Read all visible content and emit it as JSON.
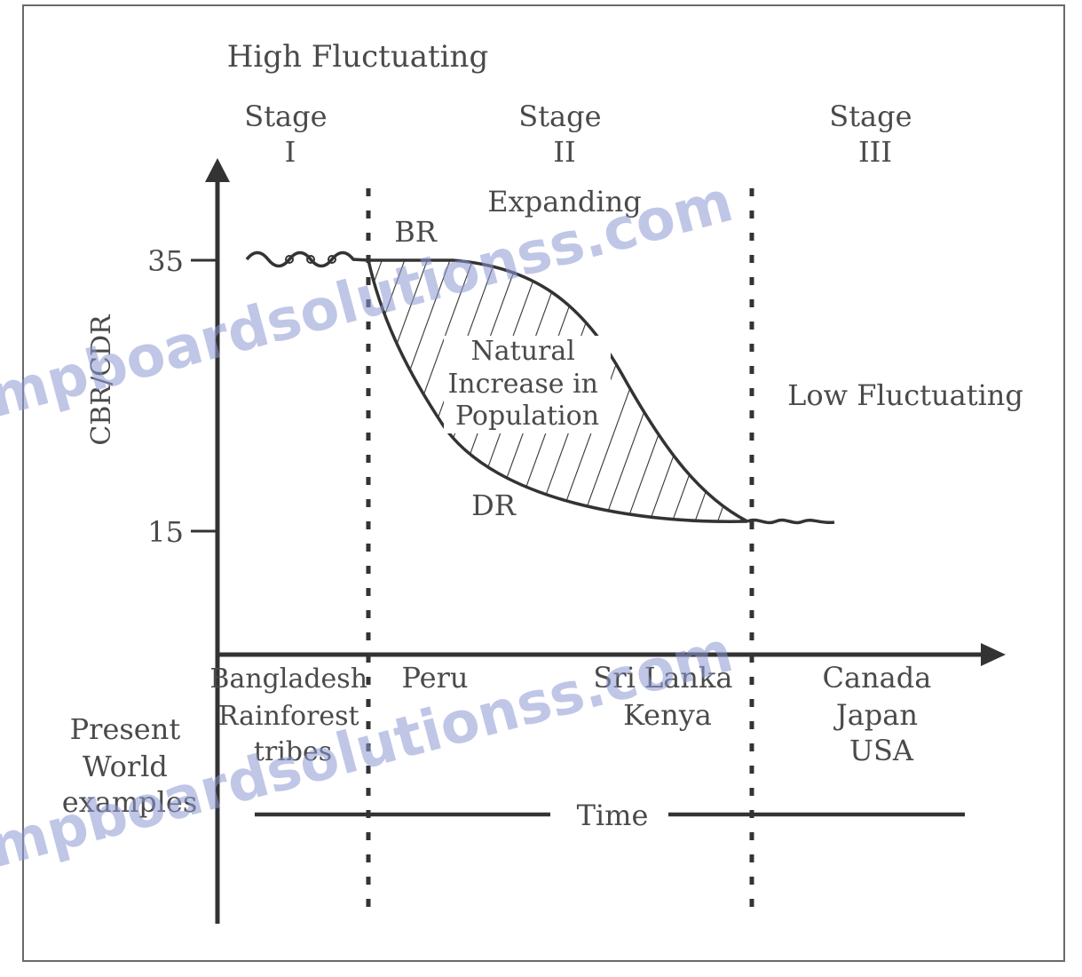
{
  "labels": {
    "high_fluctuating": "High Fluctuating",
    "stage1": [
      "Stage",
      "I"
    ],
    "stage2": [
      "Stage",
      "II"
    ],
    "stage3": [
      "Stage",
      "III"
    ],
    "expanding": "Expanding",
    "br": "BR",
    "dr": "DR",
    "natural_increase": [
      "Natural",
      "Increase in",
      "Population"
    ],
    "low_fluctuating": "Low Fluctuating",
    "y_axis": "CBR/CDR",
    "tick_35": "35",
    "tick_15": "15",
    "time": "Time",
    "present_examples": [
      "Present",
      "World",
      "examples"
    ]
  },
  "examples": {
    "stage1": [
      "Bangladesh",
      "Rainforest",
      "tribes"
    ],
    "stage2_left": [
      "Peru"
    ],
    "stage2_right": [
      "Sri Lanka",
      "Kenya"
    ],
    "stage3": [
      "Canada",
      "Japan",
      "USA"
    ]
  },
  "watermark": "mpboardsolutionss.com",
  "colors": {
    "ink": "#333333",
    "watermark": "#8d97d2"
  }
}
